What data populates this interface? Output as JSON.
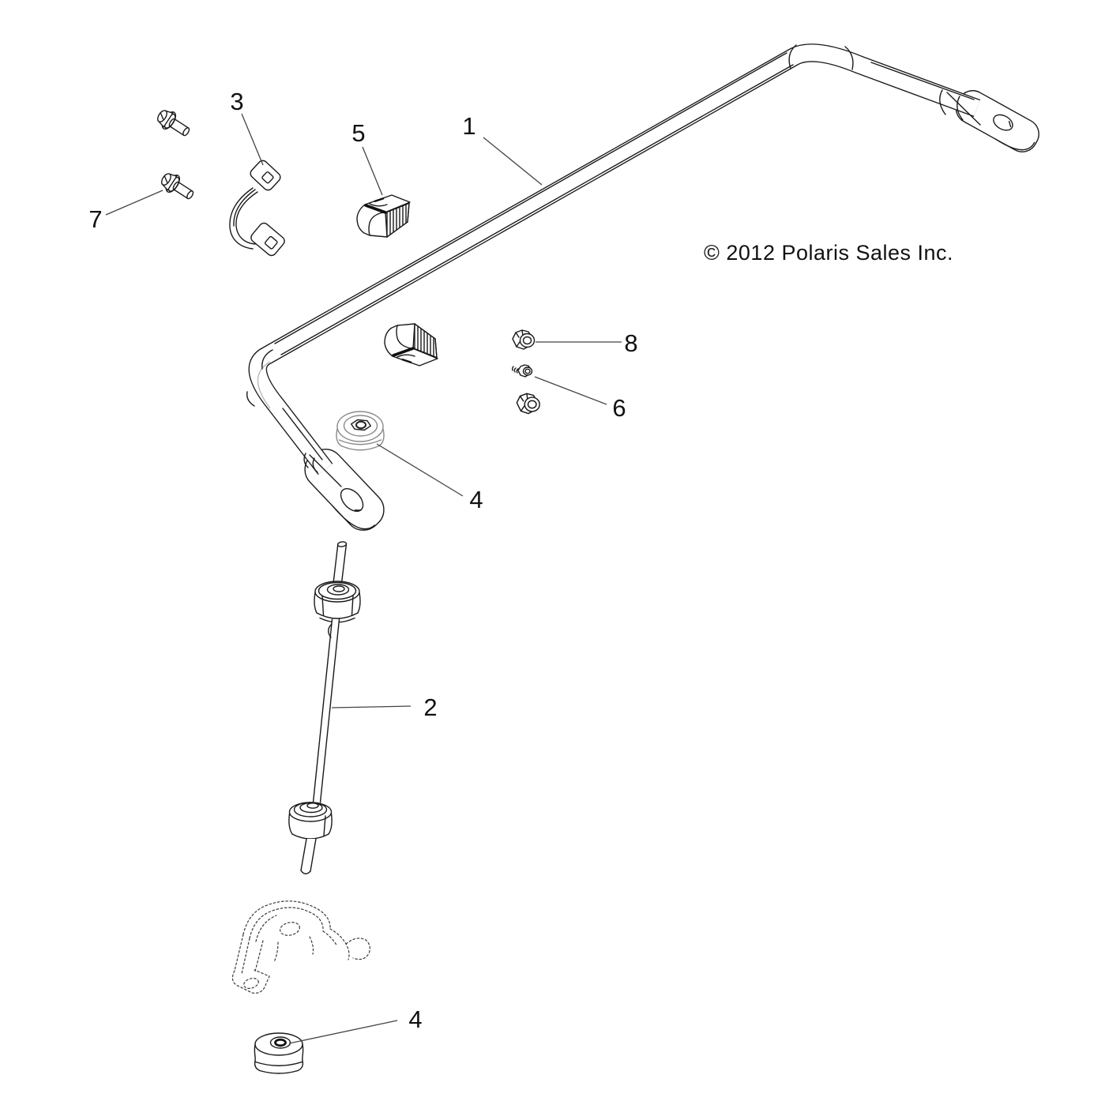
{
  "diagram": {
    "copyright": "© 2012 Polaris Sales Inc.",
    "background_color": "#ffffff",
    "line_color": "#1a1a1a",
    "callouts": {
      "stabilizer_bar": "1",
      "stabilizer_link": "2",
      "clamp_bracket": "3",
      "bushing_upper": "4",
      "bushing_lower": "4",
      "split_bushing": "5",
      "nut_small": "6",
      "bolt": "7",
      "nut_flange": "8"
    }
  }
}
